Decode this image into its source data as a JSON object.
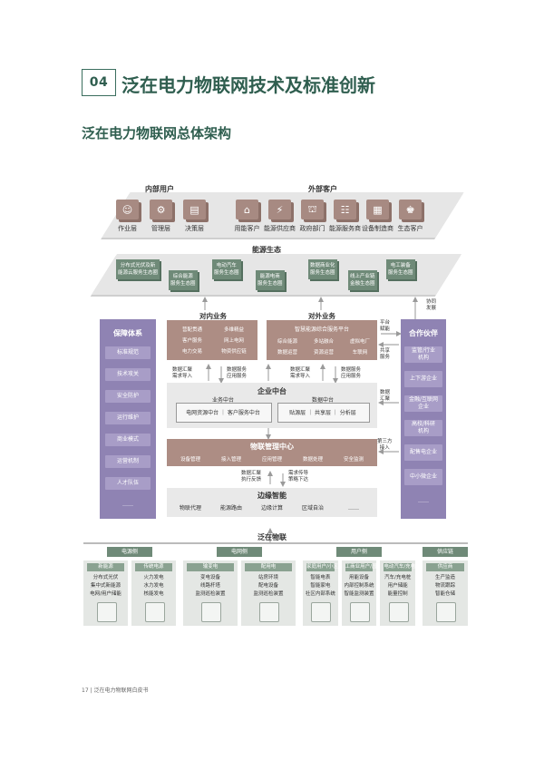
{
  "header": {
    "section_number": "04",
    "section_title": "泛在电力物联网技术及标准创新",
    "subtitle": "泛在电力物联网总体架构"
  },
  "top_platform": {
    "internal_users_label": "内部用户",
    "external_customers_label": "外部客户",
    "internal_users": [
      "作业层",
      "管理层",
      "决策层"
    ],
    "external_customers": [
      "用能客户",
      "能源供应商",
      "政府部门",
      "能源服务商",
      "设备制造商",
      "生态客户"
    ]
  },
  "energy_ecosystem": {
    "label": "能源生态",
    "boxes": [
      "分布式光伏及新\n能源云服务生态圈",
      "综合能源\n服务生态圈",
      "电动汽车\n服务生态圈",
      "能源电商\n服务生态圈",
      "数据商业化\n服务生态圈",
      "线上产业链\n金融生态圈",
      "电工装备\n服务生态圈"
    ]
  },
  "security_system": {
    "title": "保障体系",
    "items": [
      "标准规范",
      "技术攻关",
      "安全防护",
      "运行维护",
      "商业模式",
      "运营机制",
      "人才队伍",
      "……"
    ]
  },
  "partners": {
    "title": "合作伙伴",
    "items": [
      "监管/行业\n机构",
      "上下游企业",
      "金融/互联网\n企业",
      "高校/科研\n机构",
      "配售电企业",
      "中小微企业",
      "……"
    ]
  },
  "internal_business": {
    "title": "对内业务",
    "cells": [
      [
        "营配贯通",
        "多维精益"
      ],
      [
        "客户服务",
        "网上电网"
      ],
      [
        "电力交易",
        "物资供应链"
      ]
    ]
  },
  "external_business": {
    "title": "对外业务",
    "header": "智慧能源综合服务平台",
    "cells": [
      [
        "综合能源",
        "多站融合",
        "虚拟电厂"
      ],
      [
        "数据运营",
        "资源运营",
        "车联网"
      ]
    ]
  },
  "flow_labels": {
    "coop_develop": "协同\n发展",
    "platform_empower": "平台\n赋能",
    "shared_service": "共享\n服务",
    "data_agg": "数据\n汇聚",
    "third_party": "第三方\n接入",
    "left_up": "数据汇聚\n需求导入",
    "left_down": "数据服务\n应用服务",
    "right_up": "数据汇聚\n需求导入",
    "right_down": "数据服务\n应用服务",
    "edge_up": "数据汇聚\n执行反馈",
    "edge_down": "需求传导\n策略下达"
  },
  "enterprise_center": {
    "title": "企业中台",
    "business_center": "业务中台",
    "business_items": "电网资源中台 ｜ 客户服务中台",
    "data_center": "数据中台",
    "data_items": "贴源层 ｜ 共享层 ｜ 分析层"
  },
  "iot_center": {
    "title": "物联管理中心",
    "items": [
      "设备管理",
      "接入管理",
      "应用管理",
      "数据处理",
      "安全监测"
    ]
  },
  "edge": {
    "title": "边缘智能",
    "items": [
      "物联代理",
      "能源路由",
      "边缘计算",
      "区域自治",
      "……"
    ]
  },
  "ubiquitous_iot": {
    "label": "泛在物联",
    "categories": [
      {
        "name": "电源侧",
        "columns": [
          {
            "name": "新能源",
            "items": [
              "分布式光伏",
              "集中式新能源",
              "电网/用户储能"
            ]
          },
          {
            "name": "传统电源",
            "items": [
              "火力发电",
              "水力发电",
              "核能发电"
            ]
          }
        ]
      },
      {
        "name": "电网侧",
        "columns": [
          {
            "name": "输变电",
            "items": [
              "变电设备",
              "线路杆塔",
              "监测巡检装置"
            ]
          },
          {
            "name": "配用电",
            "items": [
              "站房环境",
              "配电设备",
              "监测巡检装置"
            ]
          }
        ]
      },
      {
        "name": "用户侧",
        "columns": [
          {
            "name": "家庭用户/小区",
            "items": [
              "智能电表",
              "智能家电",
              "社区内部系统"
            ]
          },
          {
            "name": "工商业用户/园区",
            "items": [
              "用能设备",
              "内部控制系统",
              "智能监测装置"
            ]
          },
          {
            "name": "电动汽车/充电桩",
            "items": [
              "汽车/充电桩",
              "用户储能",
              "能量控制"
            ]
          }
        ]
      },
      {
        "name": "供应链",
        "columns": [
          {
            "name": "供应商",
            "items": [
              "生产监造",
              "物流跟踪",
              "智能仓储"
            ]
          }
        ]
      }
    ]
  },
  "footer": "17 | 泛在电力物联网白皮书",
  "colors": {
    "green": "#2f5e4f",
    "purple": "#8f83b3",
    "brown": "#ad8d84",
    "eco_green": "#6f8a78"
  }
}
